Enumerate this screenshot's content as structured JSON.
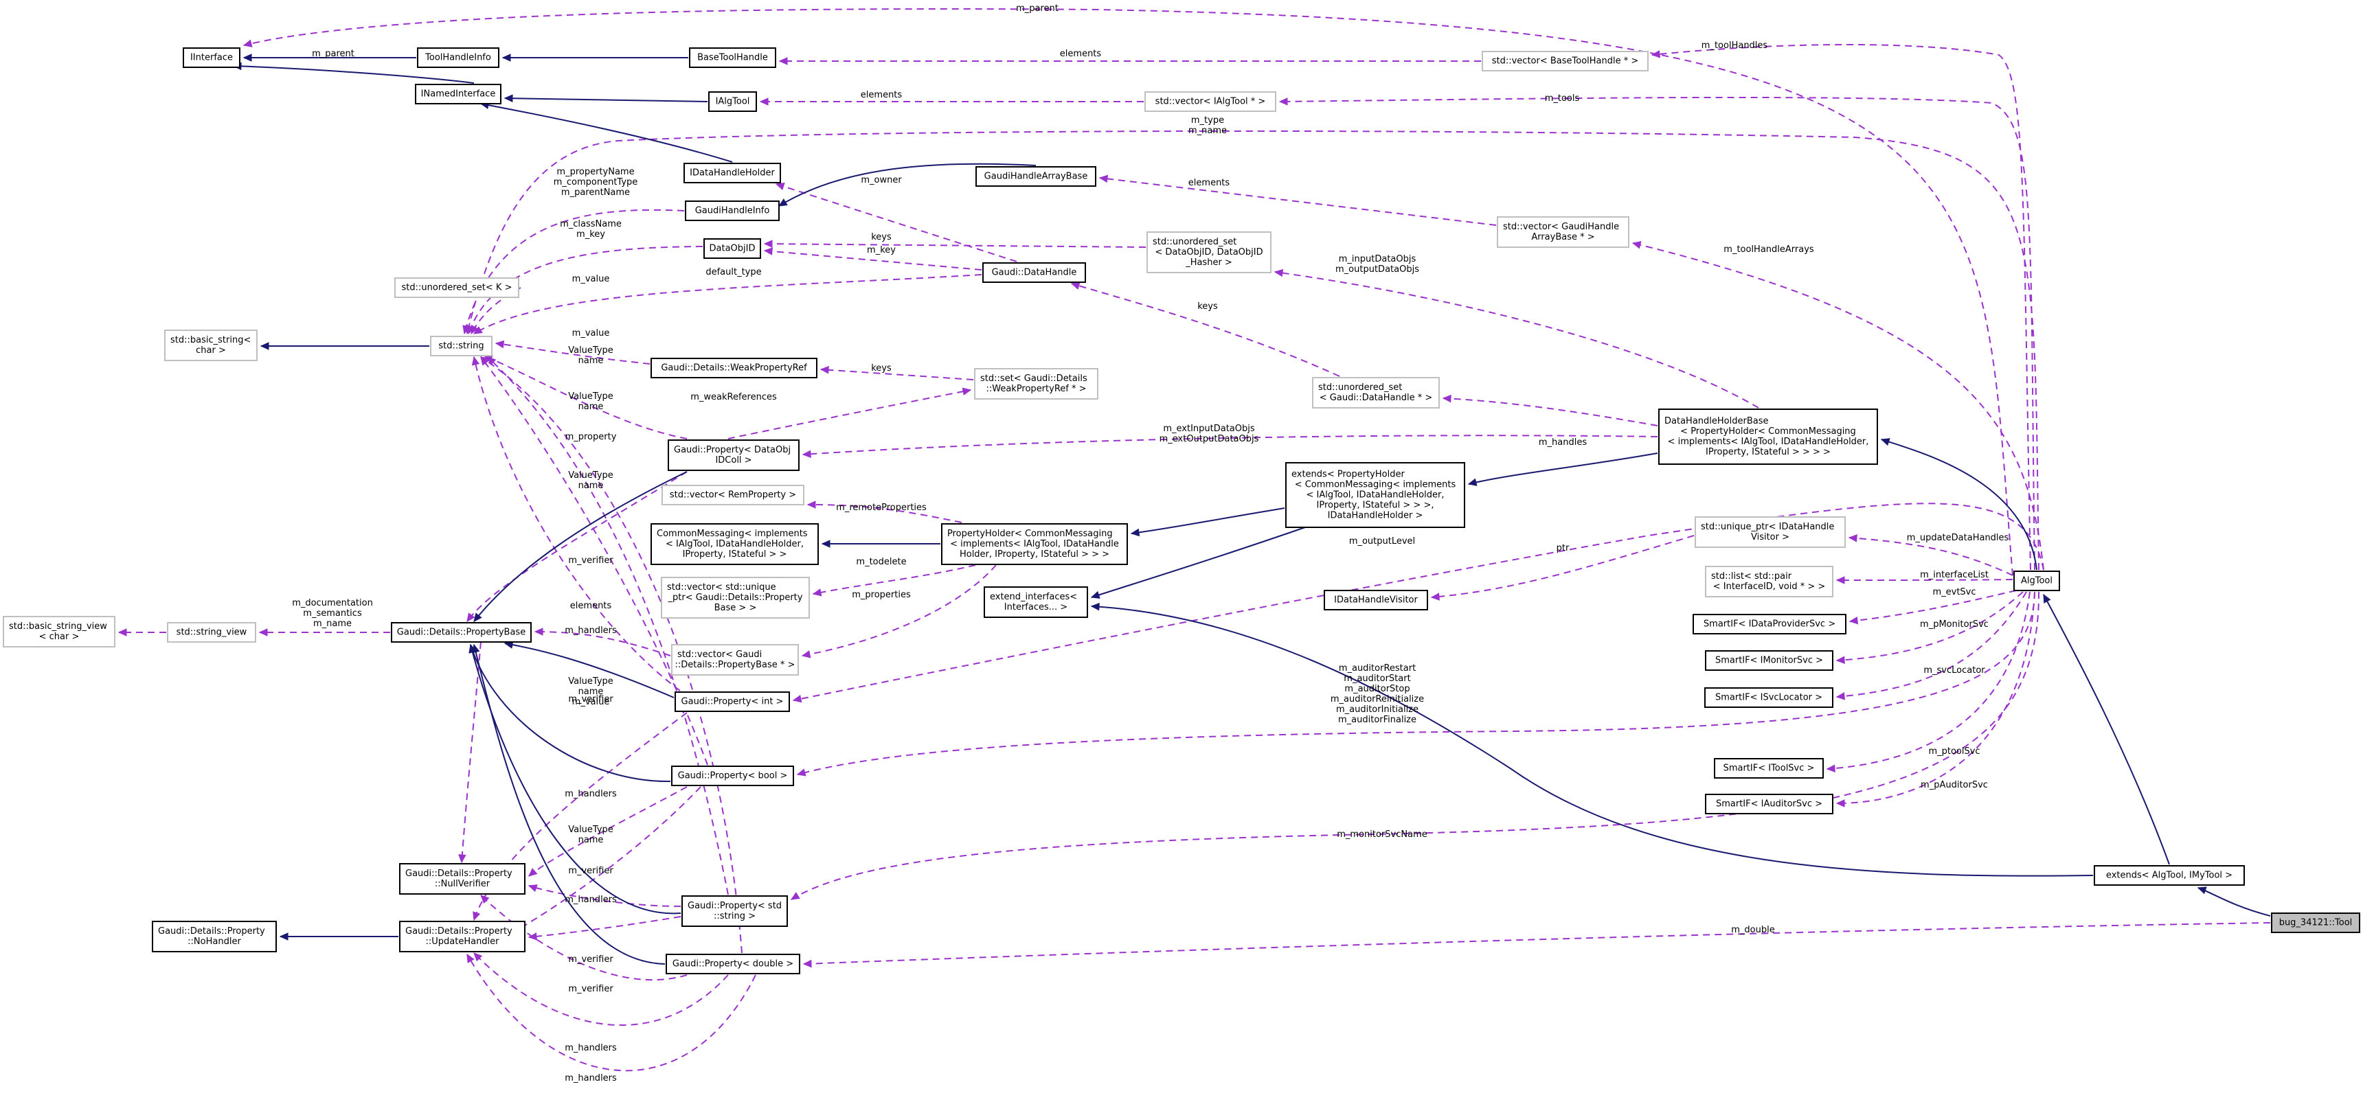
{
  "nodes": [
    {
      "id": "IInterface",
      "lines": [
        "IInterface"
      ],
      "kind": "doc"
    },
    {
      "id": "ToolHandleInfo",
      "lines": [
        "ToolHandleInfo"
      ],
      "kind": "doc"
    },
    {
      "id": "BaseToolHandle",
      "lines": [
        "BaseToolHandle"
      ],
      "kind": "doc"
    },
    {
      "id": "INamedInterface",
      "lines": [
        "INamedInterface"
      ],
      "kind": "doc"
    },
    {
      "id": "IAlgTool",
      "lines": [
        "IAlgTool"
      ],
      "kind": "doc"
    },
    {
      "id": "IDataHandleHolder",
      "lines": [
        "IDataHandleHolder"
      ],
      "kind": "doc"
    },
    {
      "id": "GaudiHandleArrayBase",
      "lines": [
        "GaudiHandleArrayBase"
      ],
      "kind": "doc"
    },
    {
      "id": "GaudiHandleInfo",
      "lines": [
        "GaudiHandleInfo"
      ],
      "kind": "doc"
    },
    {
      "id": "DataObjID",
      "lines": [
        "DataObjID"
      ],
      "kind": "doc"
    },
    {
      "id": "GaudiDataHandle",
      "lines": [
        "Gaudi::DataHandle"
      ],
      "kind": "doc"
    },
    {
      "id": "vecBaseToolHandle",
      "lines": [
        "std::vector< BaseToolHandle * >"
      ],
      "kind": "ext"
    },
    {
      "id": "vecIAlgTool",
      "lines": [
        "std::vector< IAlgTool * >"
      ],
      "kind": "ext"
    },
    {
      "id": "unorderedDataObjID",
      "lines": [
        "std::unordered_set",
        "< DataObjID, DataObjID",
        "_Hasher >"
      ],
      "kind": "ext"
    },
    {
      "id": "vecGaudiHandleArray",
      "lines": [
        "std::vector< GaudiHandle",
        "ArrayBase * >"
      ],
      "kind": "ext"
    },
    {
      "id": "unorderedSetK",
      "lines": [
        "std::unordered_set< K >"
      ],
      "kind": "ext"
    },
    {
      "id": "basicString",
      "lines": [
        "std::basic_string<",
        "char >"
      ],
      "kind": "ext"
    },
    {
      "id": "stdString",
      "lines": [
        "std::string"
      ],
      "kind": "ext"
    },
    {
      "id": "WeakPropertyRef",
      "lines": [
        "Gaudi::Details::WeakPropertyRef"
      ],
      "kind": "doc"
    },
    {
      "id": "setWeakRef",
      "lines": [
        "std::set< Gaudi::Details",
        "::WeakPropertyRef * >"
      ],
      "kind": "ext"
    },
    {
      "id": "unorderedDataHandle",
      "lines": [
        "std::unordered_set",
        "< Gaudi::DataHandle * >"
      ],
      "kind": "ext"
    },
    {
      "id": "PropDataObjIDColl",
      "lines": [
        "Gaudi::Property< DataObj",
        "IDColl >"
      ],
      "kind": "doc"
    },
    {
      "id": "DataHandleHolderBase",
      "lines": [
        "DataHandleHolderBase",
        "< PropertyHolder< CommonMessaging",
        "< implements< IAlgTool, IDataHandleHolder,",
        "IProperty, IStateful > > > >"
      ],
      "kind": "doc"
    },
    {
      "id": "extendsPropertyHolder",
      "lines": [
        "extends< PropertyHolder",
        "< CommonMessaging< implements",
        "< IAlgTool, IDataHandleHolder,",
        "IProperty, IStateful > > >,",
        "IDataHandleHolder >"
      ],
      "kind": "doc"
    },
    {
      "id": "vecRemProperty",
      "lines": [
        "std::vector< RemProperty >"
      ],
      "kind": "ext"
    },
    {
      "id": "CommonMessaging",
      "lines": [
        "CommonMessaging< implements",
        "< IAlgTool, IDataHandleHolder,",
        "IProperty, IStateful > >"
      ],
      "kind": "doc"
    },
    {
      "id": "PropertyHolder",
      "lines": [
        "PropertyHolder< CommonMessaging",
        "< implements< IAlgTool, IDataHandle",
        "Holder, IProperty, IStateful > > >"
      ],
      "kind": "doc"
    },
    {
      "id": "uniquePtrVisitor",
      "lines": [
        "std::unique_ptr< IDataHandle",
        "Visitor >"
      ],
      "kind": "ext"
    },
    {
      "id": "AlgTool",
      "lines": [
        "AlgTool"
      ],
      "kind": "doc"
    },
    {
      "id": "vecUniquePtrProp",
      "lines": [
        "std::vector< std::unique",
        "_ptr< Gaudi::Details::Property",
        "Base > >"
      ],
      "kind": "ext"
    },
    {
      "id": "extendInterfaces",
      "lines": [
        "extend_interfaces<",
        "Interfaces... >"
      ],
      "kind": "doc"
    },
    {
      "id": "IDataHandleVisitor",
      "lines": [
        "IDataHandleVisitor"
      ],
      "kind": "doc"
    },
    {
      "id": "listPair",
      "lines": [
        "std::list< std::pair",
        "< InterfaceID, void * > >"
      ],
      "kind": "ext"
    },
    {
      "id": "basicStringView",
      "lines": [
        "std::basic_string_view",
        "< char >"
      ],
      "kind": "ext"
    },
    {
      "id": "stringView",
      "lines": [
        "std::string_view"
      ],
      "kind": "ext"
    },
    {
      "id": "PropertyBase",
      "lines": [
        "Gaudi::Details::PropertyBase"
      ],
      "kind": "doc"
    },
    {
      "id": "vecPropertyBasePtr",
      "lines": [
        "std::vector< Gaudi",
        "::Details::PropertyBase * >"
      ],
      "kind": "ext"
    },
    {
      "id": "SmartIFDataProvider",
      "lines": [
        "SmartIF< IDataProviderSvc >"
      ],
      "kind": "doc"
    },
    {
      "id": "SmartIFMonitor",
      "lines": [
        "SmartIF< IMonitorSvc >"
      ],
      "kind": "doc"
    },
    {
      "id": "PropInt",
      "lines": [
        "Gaudi::Property< int >"
      ],
      "kind": "doc"
    },
    {
      "id": "SmartIFSvcLocator",
      "lines": [
        "SmartIF< ISvcLocator >"
      ],
      "kind": "doc"
    },
    {
      "id": "PropBool",
      "lines": [
        "Gaudi::Property< bool >"
      ],
      "kind": "doc"
    },
    {
      "id": "SmartIFToolSvc",
      "lines": [
        "SmartIF< IToolSvc >"
      ],
      "kind": "doc"
    },
    {
      "id": "SmartIFAuditor",
      "lines": [
        "SmartIF< IAuditorSvc >"
      ],
      "kind": "doc"
    },
    {
      "id": "NullVerifier",
      "lines": [
        "Gaudi::Details::Property",
        "::NullVerifier"
      ],
      "kind": "doc"
    },
    {
      "id": "extendsAlgTool",
      "lines": [
        "extends< AlgTool, IMyTool >"
      ],
      "kind": "doc"
    },
    {
      "id": "PropString",
      "lines": [
        "Gaudi::Property< std",
        "::string >"
      ],
      "kind": "doc"
    },
    {
      "id": "bugTool",
      "lines": [
        "bug_34121::Tool"
      ],
      "kind": "focus"
    },
    {
      "id": "NoHandler",
      "lines": [
        "Gaudi::Details::Property",
        "::NoHandler"
      ],
      "kind": "doc"
    },
    {
      "id": "UpdateHandler",
      "lines": [
        "Gaudi::Details::Property",
        "::UpdateHandler"
      ],
      "kind": "doc"
    },
    {
      "id": "PropDouble",
      "lines": [
        "Gaudi::Property< double >"
      ],
      "kind": "doc"
    }
  ],
  "edge_labels": [
    {
      "id": "m_parent_top",
      "lines": [
        "m_parent"
      ]
    },
    {
      "id": "m_toolHandles",
      "lines": [
        "m_toolHandles"
      ]
    },
    {
      "id": "m_parent_thi",
      "lines": [
        "m_parent"
      ]
    },
    {
      "id": "elements_bth",
      "lines": [
        "elements"
      ]
    },
    {
      "id": "elements_iat",
      "lines": [
        "elements"
      ]
    },
    {
      "id": "m_tools",
      "lines": [
        "m_tools"
      ]
    },
    {
      "id": "m_type_name",
      "lines": [
        "m_type",
        "m_name"
      ]
    },
    {
      "id": "m_owner",
      "lines": [
        "m_owner"
      ]
    },
    {
      "id": "m_propertyName",
      "lines": [
        "m_propertyName",
        "m_componentType",
        "m_parentName"
      ]
    },
    {
      "id": "elements_gha",
      "lines": [
        "elements"
      ]
    },
    {
      "id": "m_toolHandleArrays",
      "lines": [
        "m_toolHandleArrays"
      ]
    },
    {
      "id": "m_className",
      "lines": [
        "m_className",
        "m_key"
      ]
    },
    {
      "id": "keys_dobj",
      "lines": [
        "keys"
      ]
    },
    {
      "id": "m_key",
      "lines": [
        "m_key"
      ]
    },
    {
      "id": "m_inputDataObjs",
      "lines": [
        "m_inputDataObjs",
        "m_outputDataObjs"
      ]
    },
    {
      "id": "m_value_k",
      "lines": [
        "m_value"
      ]
    },
    {
      "id": "default_type",
      "lines": [
        "default_type"
      ]
    },
    {
      "id": "keys_dh",
      "lines": [
        "keys"
      ]
    },
    {
      "id": "m_value_wpr",
      "lines": [
        "m_value"
      ]
    },
    {
      "id": "valuetype_name1",
      "lines": [
        "ValueType",
        "name"
      ]
    },
    {
      "id": "keys_wpr",
      "lines": [
        "keys"
      ]
    },
    {
      "id": "valuetype_name2",
      "lines": [
        "ValueType",
        "name"
      ]
    },
    {
      "id": "m_weakReferences",
      "lines": [
        "m_weakReferences"
      ]
    },
    {
      "id": "m_handles",
      "lines": [
        "m_handles"
      ]
    },
    {
      "id": "m_property",
      "lines": [
        "m_property"
      ]
    },
    {
      "id": "m_extInputDataObjs",
      "lines": [
        "m_extInputDataObjs",
        "m_extOutputDataObjs"
      ]
    },
    {
      "id": "valuetype_name3",
      "lines": [
        "ValueType",
        "name"
      ]
    },
    {
      "id": "m_remoteProperties",
      "lines": [
        "m_remoteProperties"
      ]
    },
    {
      "id": "m_outputLevel",
      "lines": [
        "m_outputLevel"
      ]
    },
    {
      "id": "m_updateDataHandles",
      "lines": [
        "m_updateDataHandles"
      ]
    },
    {
      "id": "ptr",
      "lines": [
        "ptr"
      ]
    },
    {
      "id": "m_verifier1",
      "lines": [
        "m_verifier"
      ]
    },
    {
      "id": "m_todelete",
      "lines": [
        "m_todelete"
      ]
    },
    {
      "id": "m_interfaceList",
      "lines": [
        "m_interfaceList"
      ]
    },
    {
      "id": "m_evtSvc",
      "lines": [
        "m_evtSvc"
      ]
    },
    {
      "id": "m_properties",
      "lines": [
        "m_properties"
      ]
    },
    {
      "id": "m_documentation",
      "lines": [
        "m_documentation",
        "m_semantics",
        "m_name"
      ]
    },
    {
      "id": "elements_pb",
      "lines": [
        "elements"
      ]
    },
    {
      "id": "m_pMonitorSvc",
      "lines": [
        "m_pMonitorSvc"
      ]
    },
    {
      "id": "m_handlers1",
      "lines": [
        "m_handlers"
      ]
    },
    {
      "id": "m_svcLocator",
      "lines": [
        "m_svcLocator"
      ]
    },
    {
      "id": "valuetype_name_value",
      "lines": [
        "ValueType",
        "name",
        "m_value"
      ]
    },
    {
      "id": "m_auditors",
      "lines": [
        "m_auditorRestart",
        "m_auditorStart",
        "m_auditorStop",
        "m_auditorReinitialize",
        "m_auditorInitialize",
        "m_auditorFinalize"
      ]
    },
    {
      "id": "m_verifier2",
      "lines": [
        "m_verifier"
      ]
    },
    {
      "id": "m_ptoolSvc",
      "lines": [
        "m_ptoolSvc"
      ]
    },
    {
      "id": "m_handlers2",
      "lines": [
        "m_handlers"
      ]
    },
    {
      "id": "m_pAuditorSvc",
      "lines": [
        "m_pAuditorSvc"
      ]
    },
    {
      "id": "valuetype_name4",
      "lines": [
        "ValueType",
        "name"
      ]
    },
    {
      "id": "m_monitorSvcName",
      "lines": [
        "m_monitorSvcName"
      ]
    },
    {
      "id": "m_verifier3",
      "lines": [
        "m_verifier"
      ]
    },
    {
      "id": "m_handlers3",
      "lines": [
        "m_handlers"
      ]
    },
    {
      "id": "m_double",
      "lines": [
        "m_double"
      ]
    },
    {
      "id": "m_verifier4",
      "lines": [
        "m_verifier"
      ]
    },
    {
      "id": "m_verifier5",
      "lines": [
        "m_verifier"
      ]
    },
    {
      "id": "m_handlers4",
      "lines": [
        "m_handlers"
      ]
    },
    {
      "id": "m_handlers5",
      "lines": [
        "m_handlers"
      ]
    }
  ],
  "colors": {
    "inheritance": "#191970",
    "usage": "#9a32cd",
    "external_border": "#bfbfbf",
    "focus_fill": "#bfbfbf"
  }
}
